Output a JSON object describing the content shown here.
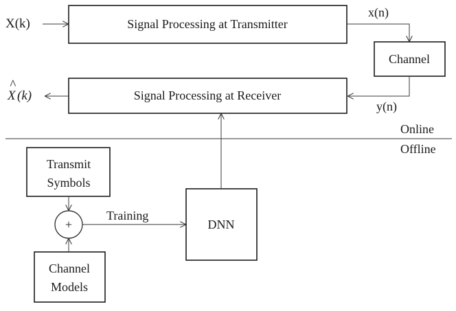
{
  "labels": {
    "input_symbol": "X(k)",
    "tx_output": "x(n)",
    "rx_input": "y(n)",
    "output_symbol_base": "X",
    "output_symbol_arg": "(k)",
    "training": "Training",
    "online": "Online",
    "offline": "Offline",
    "adder": "+"
  },
  "blocks": {
    "transmitter": "Signal Processing at Transmitter",
    "channel": "Channel",
    "receiver": "Signal Processing at Receiver",
    "transmit_symbols": [
      "Transmit",
      "Symbols"
    ],
    "channel_models": [
      "Channel",
      "Models"
    ],
    "dnn": "DNN"
  }
}
